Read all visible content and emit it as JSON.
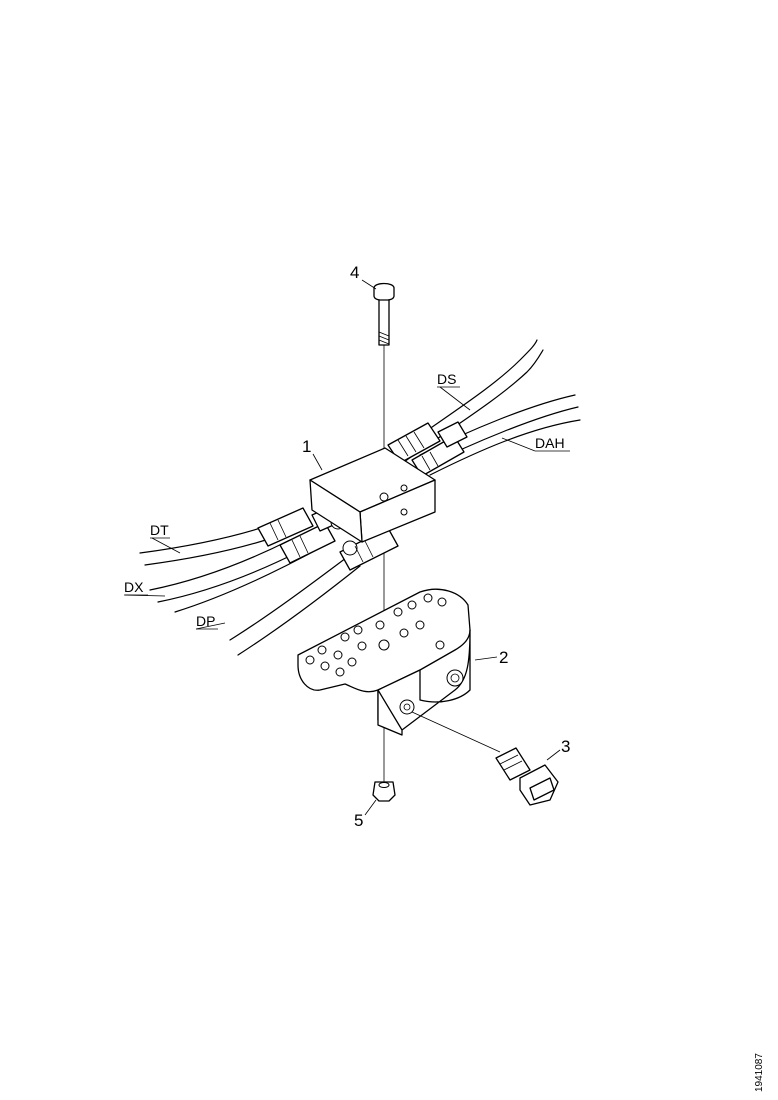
{
  "callouts": {
    "c1": "1",
    "c2": "2",
    "c3": "3",
    "c4": "4",
    "c5": "5"
  },
  "pipes": {
    "ds": "DS",
    "dah": "DAH",
    "dt": "DT",
    "dx": "DX",
    "dp": "DP"
  },
  "reference": "1941087"
}
